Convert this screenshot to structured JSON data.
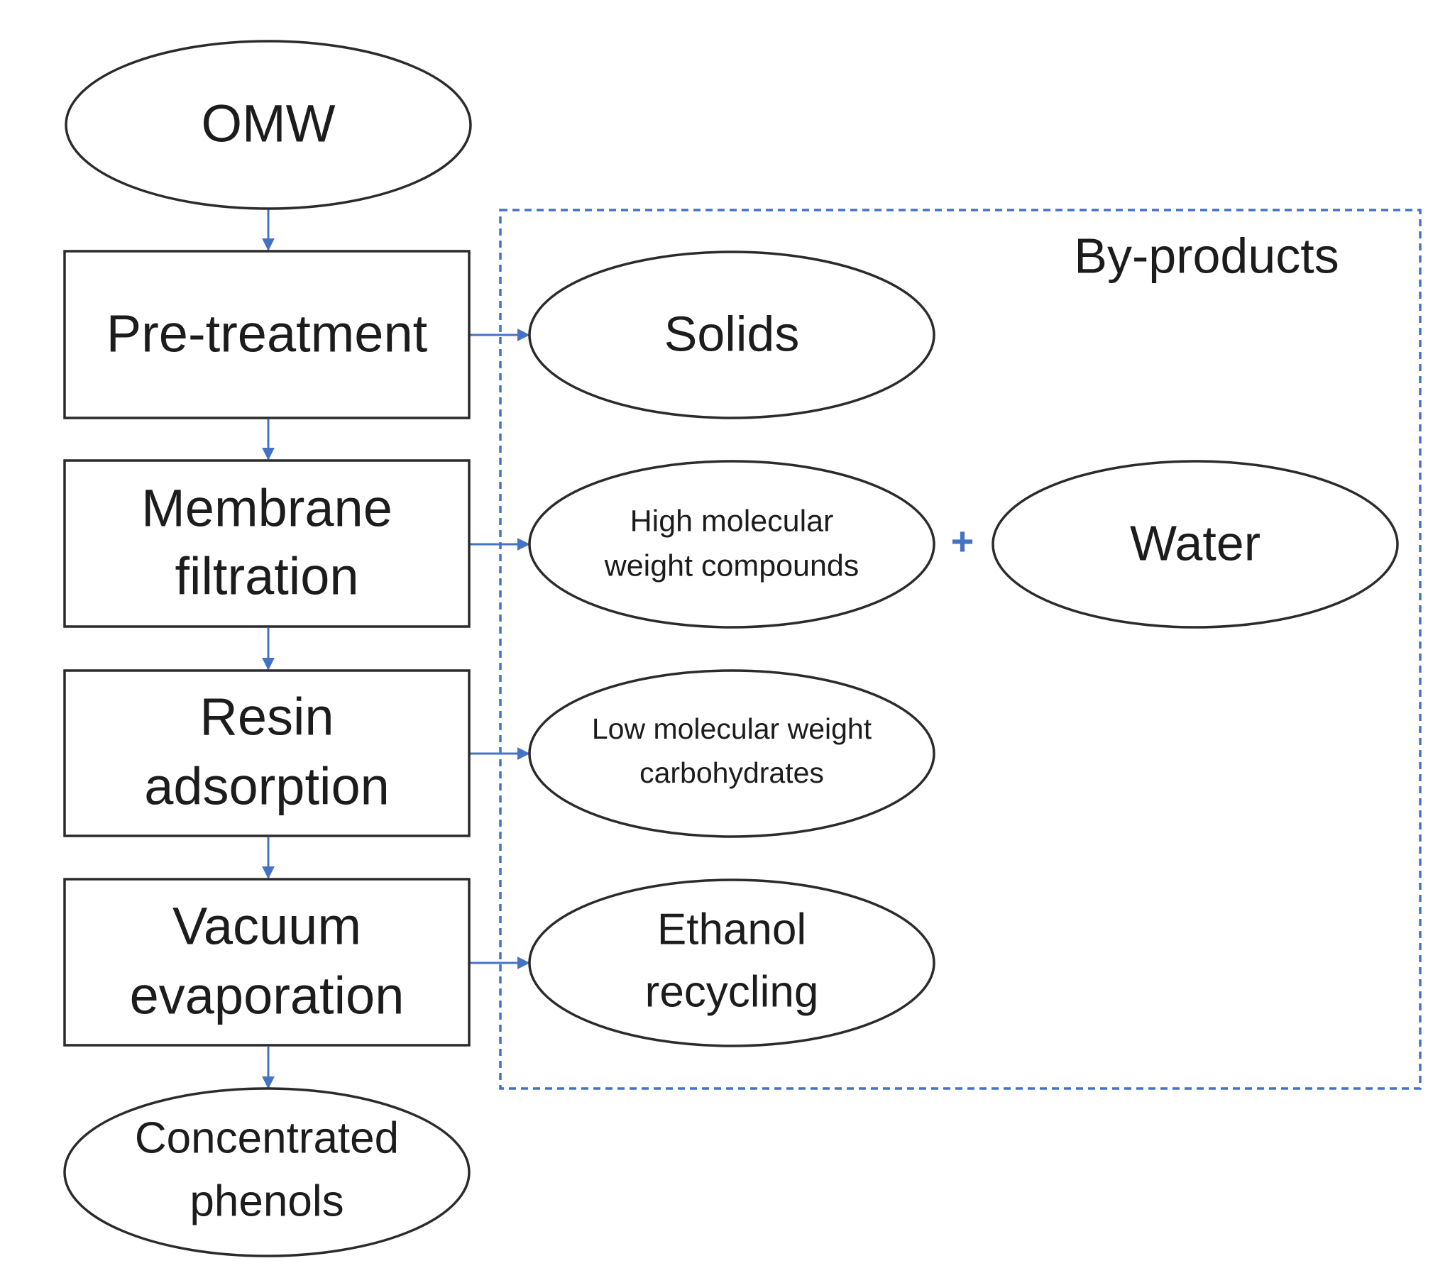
{
  "diagram": {
    "group_label": "By-products",
    "connector": "+",
    "nodes": {
      "omw": [
        "OMW"
      ],
      "pretreatment": [
        "Pre-treatment"
      ],
      "membrane": [
        "Membrane",
        "filtration"
      ],
      "resin": [
        "Resin",
        "adsorption"
      ],
      "vacuum": [
        "Vacuum",
        "evaporation"
      ],
      "phenols": [
        "Concentrated",
        "phenols"
      ],
      "solids": [
        "Solids"
      ],
      "high_mw": [
        "High molecular",
        "weight compounds"
      ],
      "water": [
        "Water"
      ],
      "low_mw": [
        "Low molecular weight",
        "carbohydrates"
      ],
      "ethanol": [
        "Ethanol",
        "recycling"
      ]
    },
    "colors": {
      "arrow": "#4472c4",
      "outline": "#2b2b2b",
      "text": "#1c1c1c"
    }
  }
}
